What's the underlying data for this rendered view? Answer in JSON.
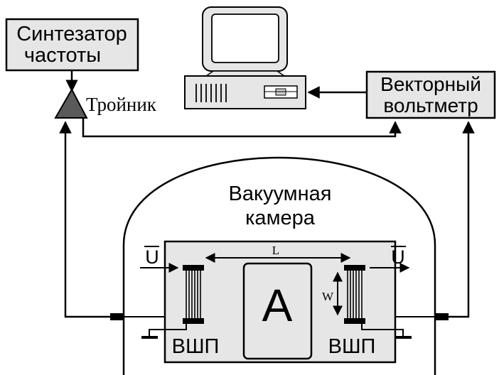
{
  "synthesizer": {
    "line1": "Синтезатор",
    "line2": "частоты"
  },
  "tee": {
    "label": "Тройник"
  },
  "voltmeter": {
    "line1": "Векторный",
    "line2": "вольтметр"
  },
  "chamber": {
    "line1": "Вакуумная",
    "line2": "камера"
  },
  "device": {
    "left_u": "U",
    "right_u": "U",
    "length_label": "L",
    "width_label": "W",
    "center_label": "A",
    "left_transducer": "ВШП",
    "right_transducer": "ВШП"
  },
  "colors": {
    "box_fill": "#e6e6e6",
    "tee_fill": "#5a5a5a",
    "stroke": "#000000"
  }
}
